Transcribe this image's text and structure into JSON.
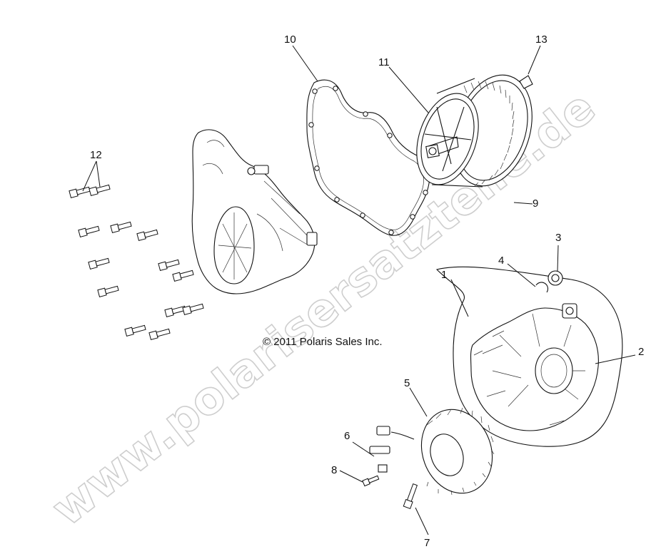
{
  "diagram": {
    "copyright": "© 2011 Polaris Sales Inc.",
    "watermark": "www.polarisersatzteile.de",
    "callouts": {
      "c1": "1",
      "c2": "2",
      "c3": "3",
      "c4": "4",
      "c5": "5",
      "c6": "6",
      "c7": "7",
      "c8": "8",
      "c9": "9",
      "c10": "10",
      "c11": "11",
      "c12": "12",
      "c13": "13"
    }
  }
}
